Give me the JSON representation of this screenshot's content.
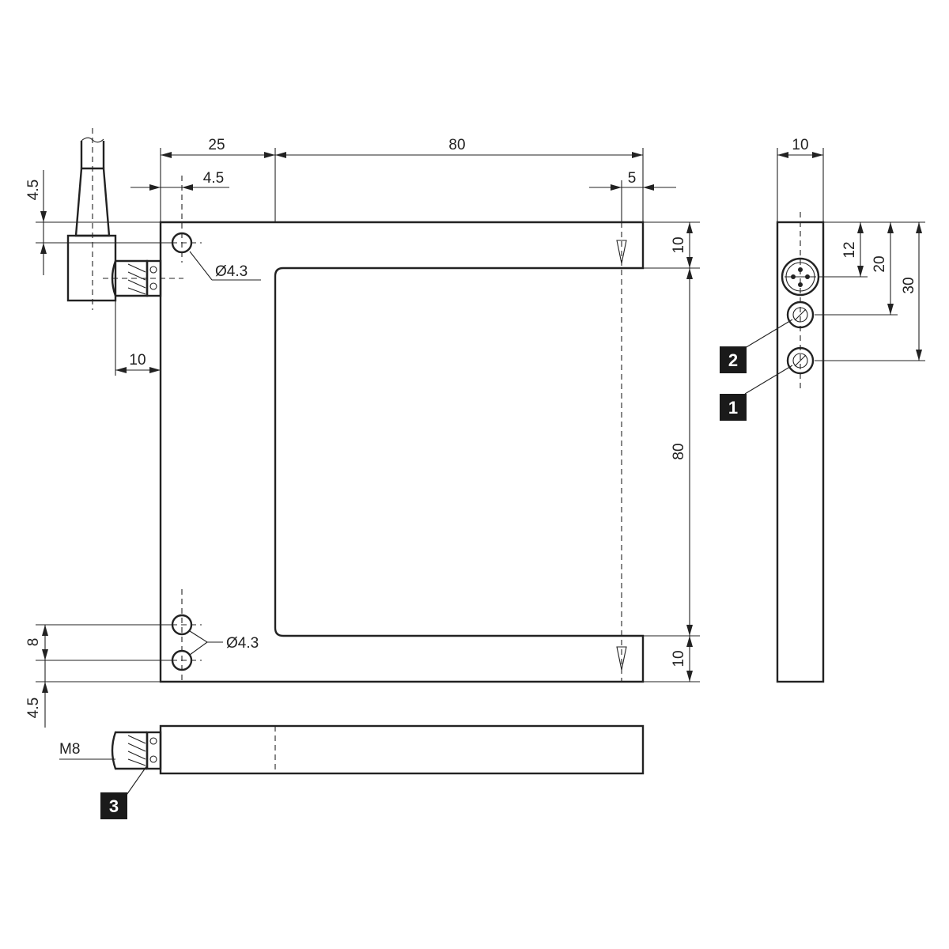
{
  "dimensions": {
    "width_left": "25",
    "width_slot": "80",
    "hole_offset_x": "4.5",
    "edge_offset_5": "5",
    "connector_offset_10": "10",
    "connector_top_4_5": "4.5",
    "hole_diameter_top": "Ø4.3",
    "hole_diameter_bottom": "Ø4.3",
    "arm_top_10": "10",
    "slot_height_80": "80",
    "arm_bottom_10": "10",
    "hole_pitch_8": "8",
    "bottom_offset_4_5": "4.5",
    "side_width_10": "10",
    "side_12": "12",
    "side_20": "20",
    "side_30": "30",
    "thread": "M8"
  },
  "callouts": {
    "c1": "1",
    "c2": "2",
    "c3": "3"
  }
}
